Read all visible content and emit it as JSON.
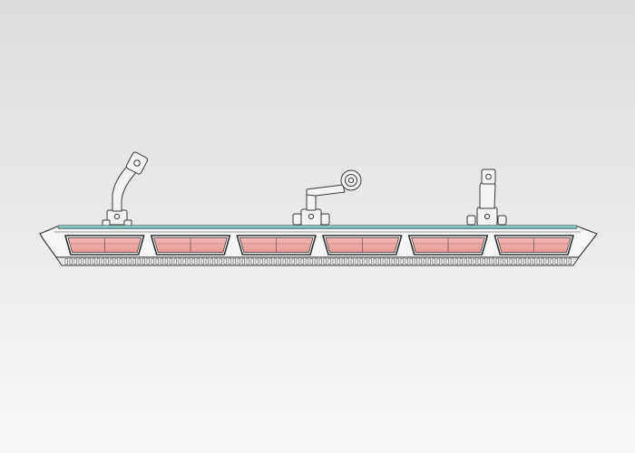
{
  "colors": {
    "background_top": "#dcdcdc",
    "background_mid": "#ececec",
    "background_bottom": "#f7f7f7",
    "line": "#3a3a3a",
    "housing_fill": "#f4f5f6",
    "lens_fill": "#e89a98",
    "lens_highlight": "#f2b8b6",
    "lens_outline": "#2f2f2f",
    "heatsink_top": "#5fb0a6",
    "heatsink_top_light": "#9fd3cc",
    "bracket_fill": "#f2f3f4",
    "fin_fill": "#e6e6e6"
  },
  "figure": {
    "subject": "linear-led-fixture-with-three-mounting-brackets",
    "module_count": 6,
    "bracket_count": 3
  }
}
